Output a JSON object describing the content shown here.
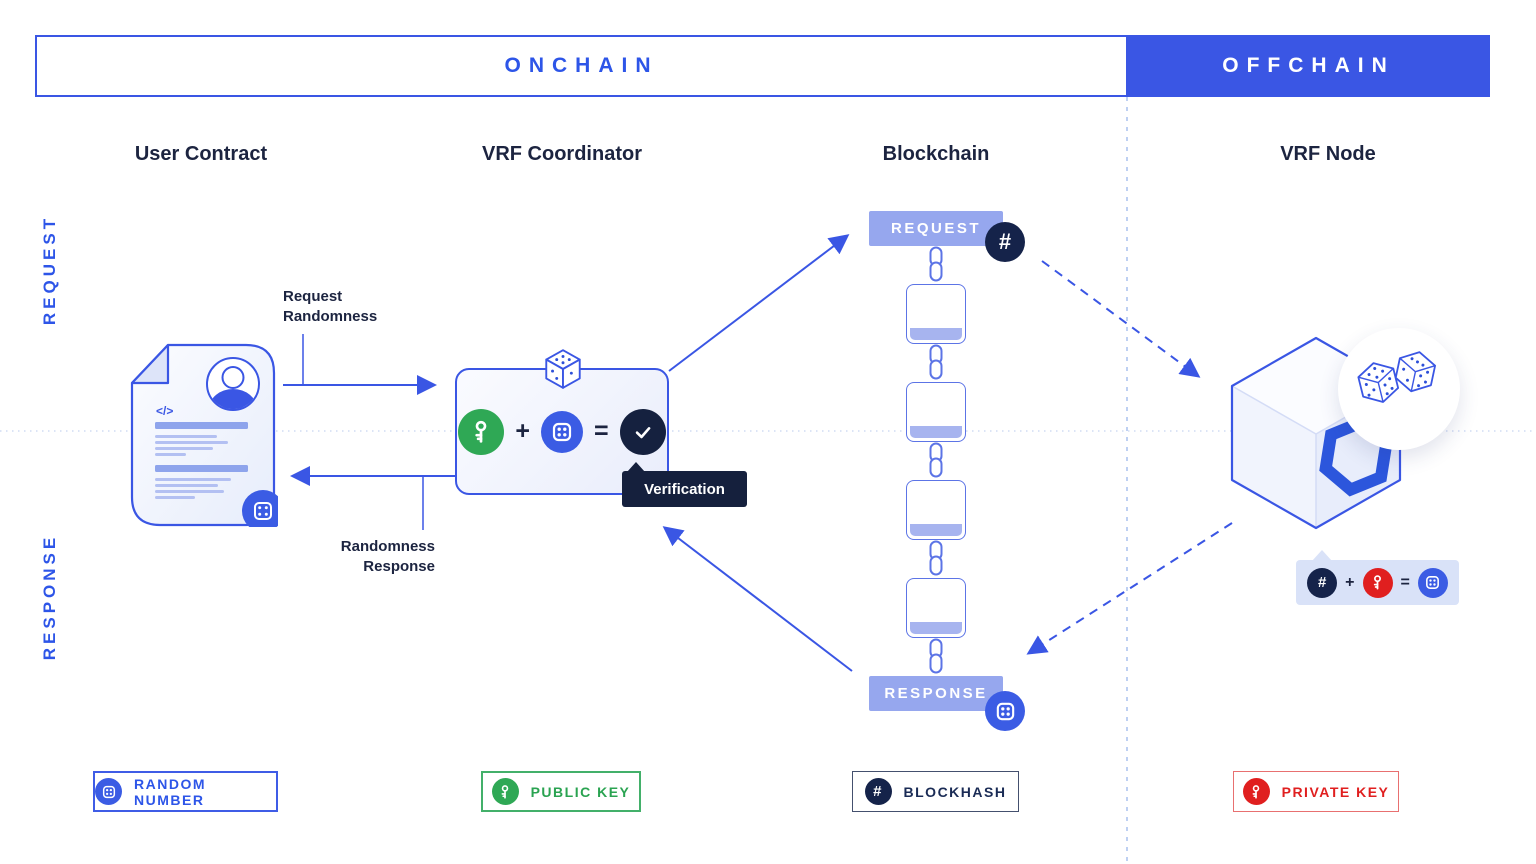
{
  "header": {
    "onchain_label": "ONCHAIN",
    "offchain_label": "OFFCHAIN"
  },
  "columns": [
    {
      "label": "User Contract"
    },
    {
      "label": "VRF Coordinator"
    },
    {
      "label": "Blockchain"
    },
    {
      "label": "VRF Node"
    }
  ],
  "side_labels": {
    "request": "REQUEST",
    "response": "RESPONSE"
  },
  "arrows": {
    "request_randomness_label": "Request Randomness",
    "randomness_response_label": "Randomness Response"
  },
  "coordinator": {
    "verification_label": "Verification"
  },
  "blockchain_column": {
    "request_label": "REQUEST",
    "response_label": "RESPONSE",
    "block_count": 4
  },
  "symbols": {
    "hash": "#",
    "plus": "+",
    "equals": "=",
    "code": "</>"
  },
  "icons": [
    "dice-icon",
    "key-icon",
    "hash-icon",
    "check-icon",
    "chain-link-icon",
    "die-3d-icon",
    "dice-pair-icon",
    "chainlink-logo-icon",
    "avatar-icon",
    "document-icon"
  ],
  "colors": {
    "primary_blue": "#3a56e4",
    "text_blue": "#2d55e8",
    "periwinkle": "#96a7ee",
    "navy": "#15213f",
    "hash_navy": "#15234a",
    "green": "#2fa855",
    "red": "#e01f1f",
    "tooltip_dark": "#15203d",
    "tooltip_light": "#d9e2f8"
  },
  "legend": {
    "items": [
      {
        "label": "RANDOM NUMBER",
        "icon": "dice-icon",
        "color": "#2d55e8"
      },
      {
        "label": "PUBLIC KEY",
        "icon": "key-icon",
        "color": "#2aa351"
      },
      {
        "label": "BLOCKHASH",
        "icon": "hash-icon",
        "color": "#1a2b55"
      },
      {
        "label": "PRIVATE KEY",
        "icon": "key-icon",
        "color": "#e01f1f"
      }
    ]
  }
}
